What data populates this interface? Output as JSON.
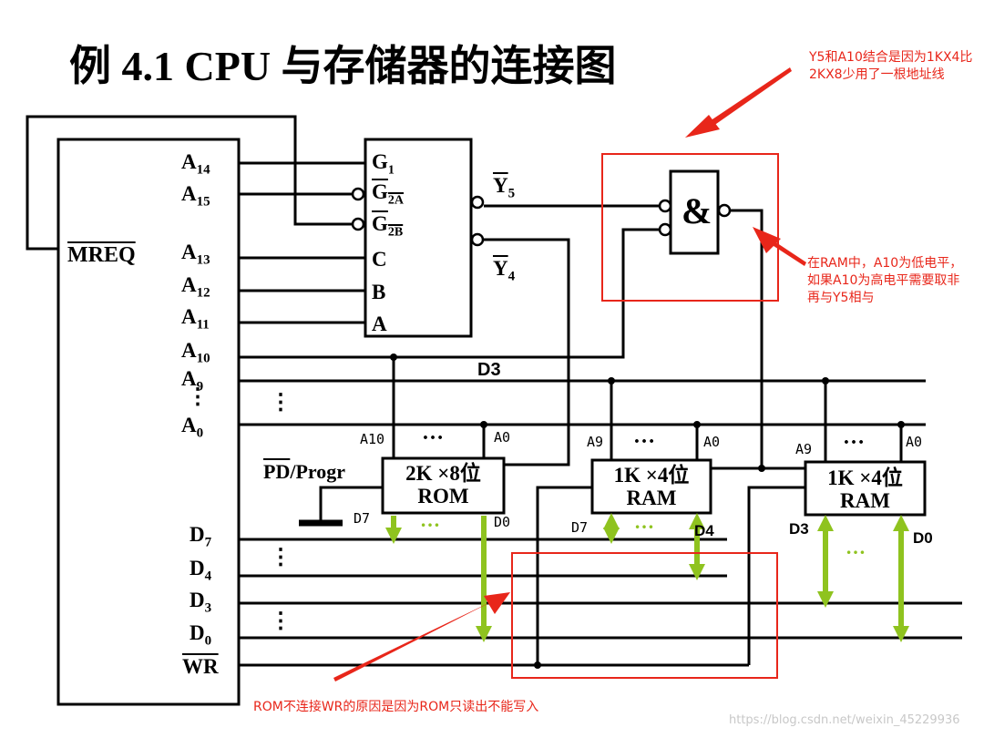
{
  "title": "例 4.1  CPU 与存储器的连接图",
  "cpu": {
    "mreq": "MREQ",
    "pins": [
      {
        "id": "a14",
        "base": "A",
        "sub": "14"
      },
      {
        "id": "a15",
        "base": "A",
        "sub": "15"
      },
      {
        "id": "a13",
        "base": "A",
        "sub": "13"
      },
      {
        "id": "a12",
        "base": "A",
        "sub": "12"
      },
      {
        "id": "a11",
        "base": "A",
        "sub": "11"
      },
      {
        "id": "a10",
        "base": "A",
        "sub": "10"
      },
      {
        "id": "a9",
        "base": "A",
        "sub": "9"
      },
      {
        "id": "a0",
        "base": "A",
        "sub": "0"
      },
      {
        "id": "d7",
        "base": "D",
        "sub": "7"
      },
      {
        "id": "d4",
        "base": "D",
        "sub": "4"
      },
      {
        "id": "d3",
        "base": "D",
        "sub": "3"
      },
      {
        "id": "d0",
        "base": "D",
        "sub": "0"
      }
    ],
    "wr": "WR",
    "dots": "⋮"
  },
  "decoder": {
    "inputs": [
      {
        "id": "g1",
        "base": "G",
        "sub": "1"
      },
      {
        "id": "g2a",
        "base": "G",
        "sub": "2A"
      },
      {
        "id": "g2b",
        "base": "G",
        "sub": "2B"
      },
      {
        "id": "c",
        "base": "C",
        "sub": ""
      },
      {
        "id": "b",
        "base": "B",
        "sub": ""
      },
      {
        "id": "a",
        "base": "A",
        "sub": ""
      }
    ],
    "outputs": [
      {
        "id": "y5",
        "base": "Y",
        "sub": "5"
      },
      {
        "id": "y4",
        "base": "Y",
        "sub": "4"
      }
    ]
  },
  "and_gate": {
    "symbol": "&"
  },
  "chips": {
    "rom": {
      "line1": "2K ×8位",
      "line2": "ROM",
      "addr_hi": "A10",
      "addr_lo": "A0",
      "data_hi": "D7",
      "data_lo": "D0"
    },
    "ram1": {
      "line1": "1K ×4位",
      "line2": "RAM",
      "addr_hi": "A9",
      "addr_lo": "A0",
      "data_hi": "D7",
      "data_lo": "D4"
    },
    "ram2": {
      "line1": "1K ×4位",
      "line2": "RAM",
      "addr_hi": "A9",
      "addr_lo": "A0",
      "data_hi": "D3",
      "data_lo": "D0"
    }
  },
  "pd_label": "PD/Progr",
  "bus_label_d3": "D3",
  "ellipsis": "…",
  "annotations": {
    "top": "Y5和A10结合是因为1KX4比2KX8少用了一根地址线",
    "right": "在RAM中，A10为低电平，如果A10为高电平需要取非再与Y5相与",
    "bottom": "ROM不连接WR的原因是因为ROM只读出不能写入"
  },
  "watermark": "https://blog.csdn.net/weixin_45229936",
  "colors": {
    "annotation": "#e8261a",
    "data_arrow": "#8fc31f",
    "wire": "#000000"
  }
}
